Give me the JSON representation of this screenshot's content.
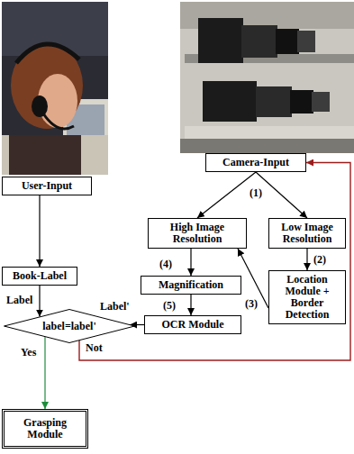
{
  "diagram": {
    "nodes": [
      {
        "text": [
          "User-Input"
        ]
      },
      {
        "text": [
          "Camera-Input"
        ]
      },
      {
        "text": [
          "High Image Resolution"
        ]
      },
      {
        "text": [
          "Low Image Resolution"
        ]
      },
      {
        "text": [
          "Book-Label"
        ]
      },
      {
        "text": [
          "Magnification"
        ]
      },
      {
        "text": [
          "Location Module + Border Detection"
        ]
      },
      {
        "text": [
          "label=label'"
        ]
      },
      {
        "text": [
          "OCR Module"
        ]
      },
      {
        "text": [
          "Grasping Module"
        ]
      }
    ],
    "edges": [
      {
        "from": 0,
        "to": 4,
        "arrow": "to"
      },
      {
        "from": 1,
        "to": 2,
        "arrow": "to"
      },
      {
        "from": 1,
        "to": 3,
        "arrow": "to"
      },
      {
        "from": 3,
        "to": 6,
        "label": "(2)",
        "arrow": "to"
      },
      {
        "from": 6,
        "to": 2,
        "label": "(3)",
        "arrow": "to"
      },
      {
        "from": 2,
        "to": 5,
        "label": "(4)",
        "arrow": "to"
      },
      {
        "from": 5,
        "to": 8,
        "label": "(5)",
        "arrow": "to"
      },
      {
        "from": 8,
        "to": 7,
        "label": "Label'",
        "arrow": "to"
      },
      {
        "from": 4,
        "to": 7,
        "label": "Label",
        "arrow": "to"
      },
      {
        "from": 7,
        "to": 9,
        "label": "Yes",
        "arrow": "to"
      },
      {
        "from": 7,
        "to": 1,
        "label": "Not",
        "arrow": "to"
      }
    ],
    "labels": [
      "(1)"
    ]
  }
}
